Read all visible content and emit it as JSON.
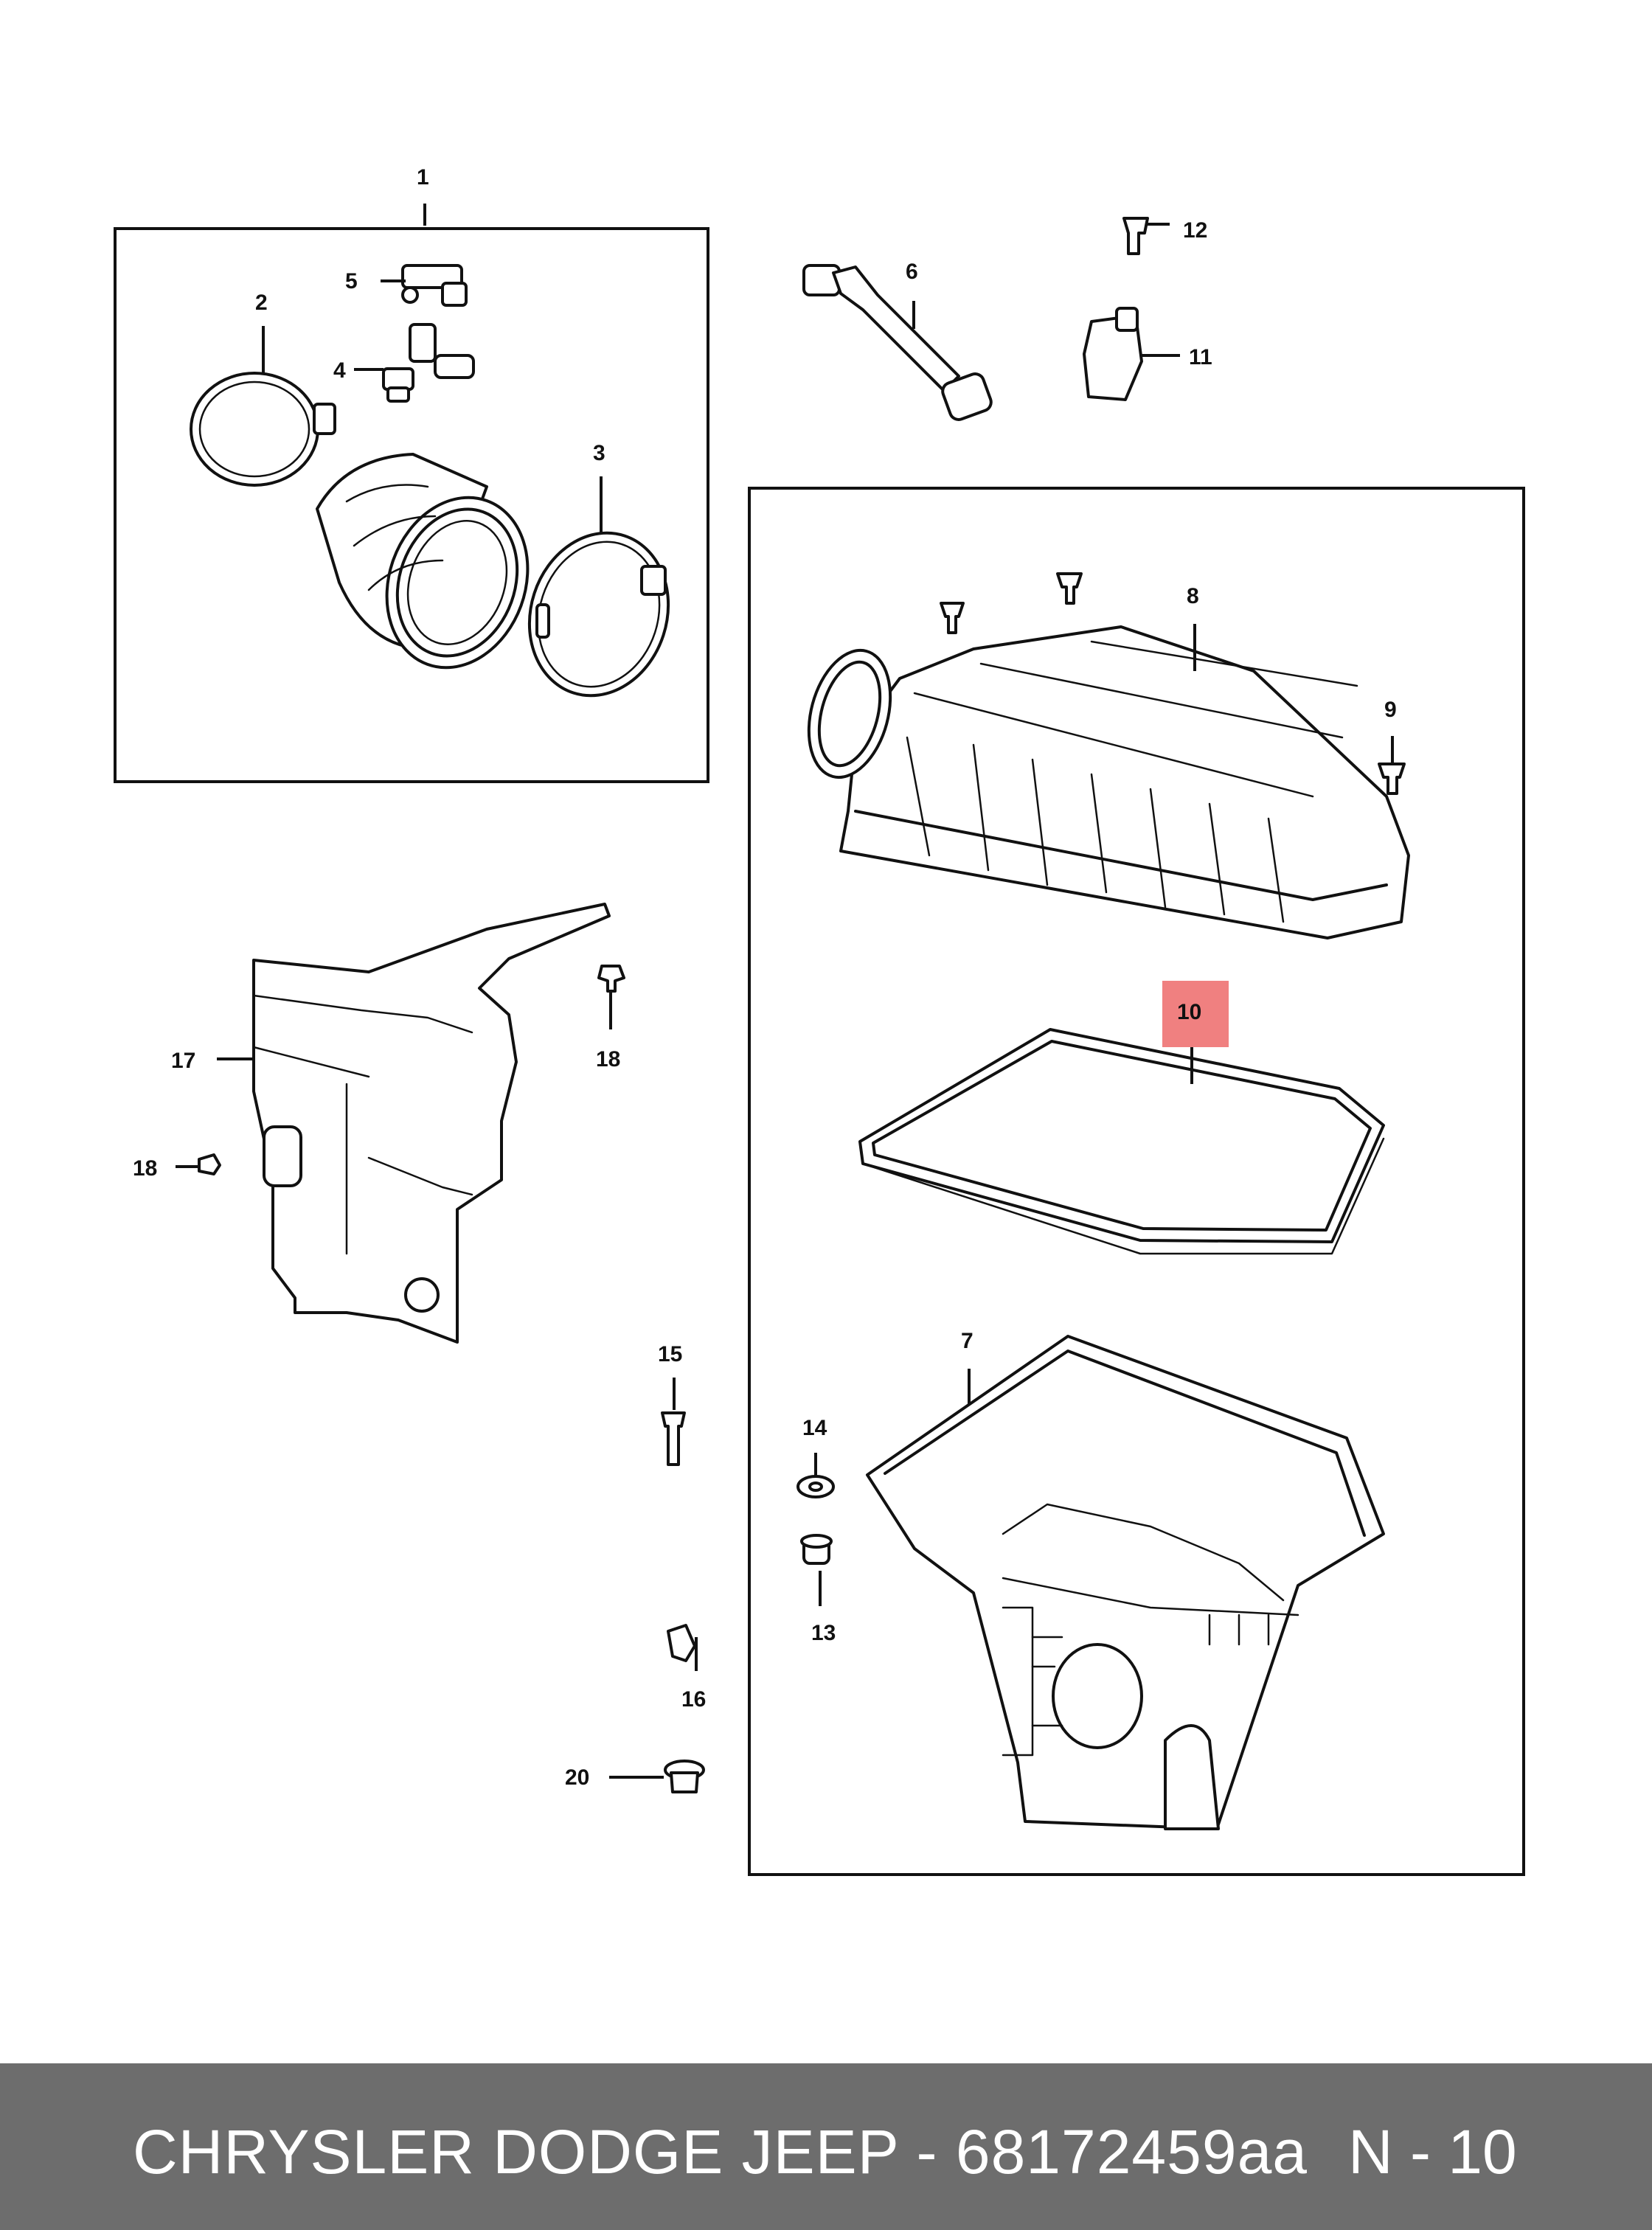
{
  "callouts": {
    "c1": "1",
    "c2": "2",
    "c3": "3",
    "c4": "4",
    "c5": "5",
    "c6": "6",
    "c7": "7",
    "c8": "8",
    "c9": "9",
    "c10": "10",
    "c11": "11",
    "c12": "12",
    "c13": "13",
    "c14": "14",
    "c15": "15",
    "c16": "16",
    "c17": "17",
    "c18a": "18",
    "c18b": "18",
    "c20": "20"
  },
  "highlight_color": "#f08080",
  "footer": {
    "title": "CHRYSLER DODGE JEEP - 68172459aa",
    "page": "N - 10"
  }
}
